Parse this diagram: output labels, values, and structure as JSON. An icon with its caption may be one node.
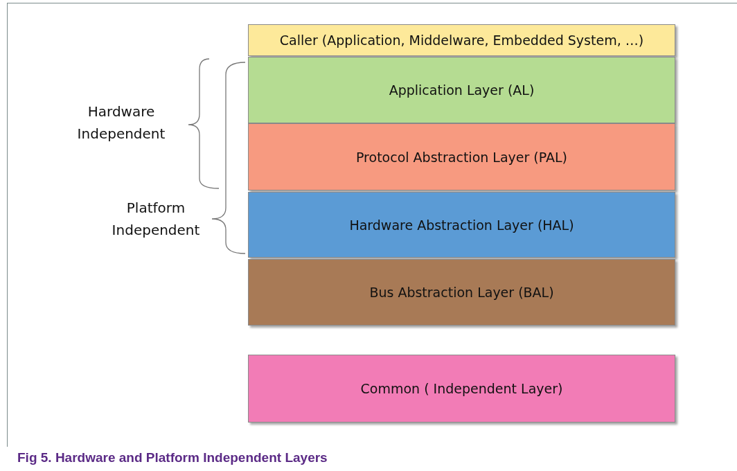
{
  "diagram": {
    "caption": "Fig 5. Hardware and Platform Independent Layers",
    "nodes": [
      {
        "text": [
          "Caller (Application, Middelware, Embedded System, …)"
        ]
      },
      {
        "text": [
          "Application Layer (AL)"
        ]
      },
      {
        "text": [
          "Protocol Abstraction Layer (PAL)"
        ]
      },
      {
        "text": [
          "Hardware Abstraction Layer (HAL)"
        ]
      },
      {
        "text": [
          "Bus Abstraction Layer (BAL)"
        ]
      },
      {
        "text": [
          "Common ( Independent Layer)"
        ]
      }
    ],
    "labels": [
      "Hardware Independent",
      "Platform Independent"
    ]
  }
}
